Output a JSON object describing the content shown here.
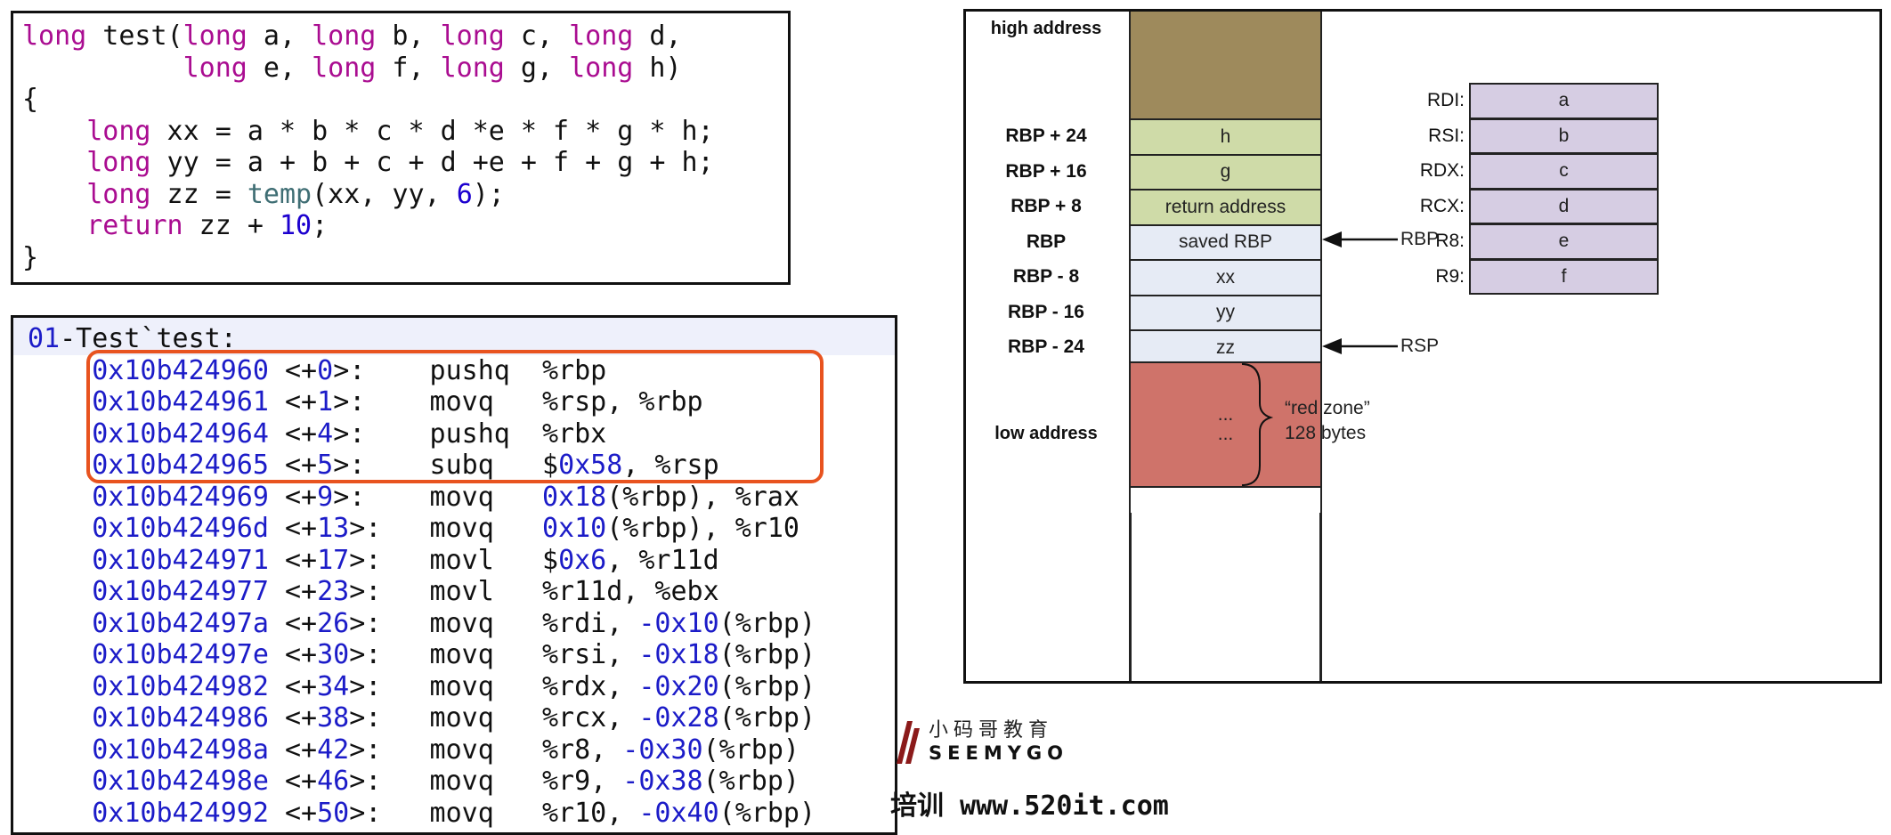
{
  "source_code": [
    [
      [
        "kw",
        "long"
      ],
      [
        "t",
        " test("
      ],
      [
        "kw",
        "long"
      ],
      [
        "t",
        " a, "
      ],
      [
        "kw",
        "long"
      ],
      [
        "t",
        " b, "
      ],
      [
        "kw",
        "long"
      ],
      [
        "t",
        " c, "
      ],
      [
        "kw",
        "long"
      ],
      [
        "t",
        " d,"
      ]
    ],
    [
      [
        "t",
        "          "
      ],
      [
        "kw",
        "long"
      ],
      [
        "t",
        " e, "
      ],
      [
        "kw",
        "long"
      ],
      [
        "t",
        " f, "
      ],
      [
        "kw",
        "long"
      ],
      [
        "t",
        " g, "
      ],
      [
        "kw",
        "long"
      ],
      [
        "t",
        " h)"
      ]
    ],
    [
      [
        "t",
        "{"
      ]
    ],
    [
      [
        "t",
        "    "
      ],
      [
        "kw",
        "long"
      ],
      [
        "t",
        " xx = a * b * c * d *e * f * g * h;"
      ]
    ],
    [
      [
        "t",
        "    "
      ],
      [
        "kw",
        "long"
      ],
      [
        "t",
        " yy = a + b + c + d +e + f + g + h;"
      ]
    ],
    [
      [
        "t",
        "    "
      ],
      [
        "kw",
        "long"
      ],
      [
        "t",
        " zz = "
      ],
      [
        "fn",
        "temp"
      ],
      [
        "t",
        "(xx, yy, "
      ],
      [
        "num",
        "6"
      ],
      [
        "t",
        ");"
      ]
    ],
    [
      [
        "t",
        "    "
      ],
      [
        "kw",
        "return"
      ],
      [
        "t",
        " zz + "
      ],
      [
        "num",
        "10"
      ],
      [
        "t",
        ";"
      ]
    ],
    [
      [
        "t",
        "}"
      ]
    ]
  ],
  "asm_header": [
    [
      "addr",
      "01"
    ],
    [
      "t",
      "-Test`test:"
    ]
  ],
  "asm_lines": [
    [
      [
        "t",
        "    "
      ],
      [
        "addr",
        "0x10b424960"
      ],
      [
        "t",
        " <+"
      ],
      [
        "addr",
        "0"
      ],
      [
        "t",
        ">:    pushq  %rbp"
      ]
    ],
    [
      [
        "t",
        "    "
      ],
      [
        "addr",
        "0x10b424961"
      ],
      [
        "t",
        " <+"
      ],
      [
        "addr",
        "1"
      ],
      [
        "t",
        ">:    movq   %rsp, %rbp"
      ]
    ],
    [
      [
        "t",
        "    "
      ],
      [
        "addr",
        "0x10b424964"
      ],
      [
        "t",
        " <+"
      ],
      [
        "addr",
        "4"
      ],
      [
        "t",
        ">:    pushq  %rbx"
      ]
    ],
    [
      [
        "t",
        "    "
      ],
      [
        "addr",
        "0x10b424965"
      ],
      [
        "t",
        " <+"
      ],
      [
        "addr",
        "5"
      ],
      [
        "t",
        ">:    subq   $"
      ],
      [
        "addr",
        "0x58"
      ],
      [
        "t",
        ", %rsp"
      ]
    ],
    [
      [
        "t",
        "    "
      ],
      [
        "addr",
        "0x10b424969"
      ],
      [
        "t",
        " <+"
      ],
      [
        "addr",
        "9"
      ],
      [
        "t",
        ">:    movq   "
      ],
      [
        "addr",
        "0x18"
      ],
      [
        "t",
        "(%rbp), %rax"
      ]
    ],
    [
      [
        "t",
        "    "
      ],
      [
        "addr",
        "0x10b42496d"
      ],
      [
        "t",
        " <+"
      ],
      [
        "addr",
        "13"
      ],
      [
        "t",
        ">:   movq   "
      ],
      [
        "addr",
        "0x10"
      ],
      [
        "t",
        "(%rbp), %r10"
      ]
    ],
    [
      [
        "t",
        "    "
      ],
      [
        "addr",
        "0x10b424971"
      ],
      [
        "t",
        " <+"
      ],
      [
        "addr",
        "17"
      ],
      [
        "t",
        ">:   movl   $"
      ],
      [
        "addr",
        "0x6"
      ],
      [
        "t",
        ", %r11d"
      ]
    ],
    [
      [
        "t",
        "    "
      ],
      [
        "addr",
        "0x10b424977"
      ],
      [
        "t",
        " <+"
      ],
      [
        "addr",
        "23"
      ],
      [
        "t",
        ">:   movl   %r11d, %ebx"
      ]
    ],
    [
      [
        "t",
        "    "
      ],
      [
        "addr",
        "0x10b42497a"
      ],
      [
        "t",
        " <+"
      ],
      [
        "addr",
        "26"
      ],
      [
        "t",
        ">:   movq   %rdi, "
      ],
      [
        "addr",
        "-0x10"
      ],
      [
        "t",
        "(%rbp)"
      ]
    ],
    [
      [
        "t",
        "    "
      ],
      [
        "addr",
        "0x10b42497e"
      ],
      [
        "t",
        " <+"
      ],
      [
        "addr",
        "30"
      ],
      [
        "t",
        ">:   movq   %rsi, "
      ],
      [
        "addr",
        "-0x18"
      ],
      [
        "t",
        "(%rbp)"
      ]
    ],
    [
      [
        "t",
        "    "
      ],
      [
        "addr",
        "0x10b424982"
      ],
      [
        "t",
        " <+"
      ],
      [
        "addr",
        "34"
      ],
      [
        "t",
        ">:   movq   %rdx, "
      ],
      [
        "addr",
        "-0x20"
      ],
      [
        "t",
        "(%rbp)"
      ]
    ],
    [
      [
        "t",
        "    "
      ],
      [
        "addr",
        "0x10b424986"
      ],
      [
        "t",
        " <+"
      ],
      [
        "addr",
        "38"
      ],
      [
        "t",
        ">:   movq   %rcx, "
      ],
      [
        "addr",
        "-0x28"
      ],
      [
        "t",
        "(%rbp)"
      ]
    ],
    [
      [
        "t",
        "    "
      ],
      [
        "addr",
        "0x10b42498a"
      ],
      [
        "t",
        " <+"
      ],
      [
        "addr",
        "42"
      ],
      [
        "t",
        ">:   movq   %r8, "
      ],
      [
        "addr",
        "-0x30"
      ],
      [
        "t",
        "(%rbp)"
      ]
    ],
    [
      [
        "t",
        "    "
      ],
      [
        "addr",
        "0x10b42498e"
      ],
      [
        "t",
        " <+"
      ],
      [
        "addr",
        "46"
      ],
      [
        "t",
        ">:   movq   %r9, "
      ],
      [
        "addr",
        "-0x38"
      ],
      [
        "t",
        "(%rbp)"
      ]
    ],
    [
      [
        "t",
        "    "
      ],
      [
        "addr",
        "0x10b424992"
      ],
      [
        "t",
        " <+"
      ],
      [
        "addr",
        "50"
      ],
      [
        "t",
        ">:   movq   %r10, "
      ],
      [
        "addr",
        "-0x40"
      ],
      [
        "t",
        "(%rbp)"
      ]
    ]
  ],
  "stack": {
    "high_address_label": "high address",
    "low_address_label": "low address",
    "rows": [
      {
        "label": "RBP + 24",
        "value": "h",
        "color": "#cfdba8"
      },
      {
        "label": "RBP + 16",
        "value": "g",
        "color": "#cfdba8"
      },
      {
        "label": "RBP + 8",
        "value": "return address",
        "color": "#cfdba8"
      },
      {
        "label": "RBP",
        "value": "saved RBP",
        "color": "#e6ebf5"
      },
      {
        "label": "RBP - 8",
        "value": "xx",
        "color": "#e6ebf5"
      },
      {
        "label": "RBP - 16",
        "value": "yy",
        "color": "#e6ebf5"
      },
      {
        "label": "RBP - 24",
        "value": "zz",
        "color": "#e6ebf5"
      }
    ],
    "top_block_color": "#9e8a5c",
    "red_zone_color": "#cf736a",
    "red_zone_dots": [
      "...",
      "..."
    ],
    "red_zone_note_1": "“red zone”",
    "red_zone_note_2": "128 bytes",
    "rbp_pointer": "RBP",
    "rsp_pointer": "RSP"
  },
  "registers": [
    {
      "name": "RDI:",
      "value": "a"
    },
    {
      "name": "RSI:",
      "value": "b"
    },
    {
      "name": "RDX:",
      "value": "c"
    },
    {
      "name": "RCX:",
      "value": "d"
    },
    {
      "name": "R8:",
      "value": "e"
    },
    {
      "name": "R9:",
      "value": "f"
    }
  ],
  "logo": {
    "icon": "seemygo-logo-mark",
    "cn": "小码哥教育",
    "en": "SEEMYGO"
  },
  "site_text": "培训 www.520it.com"
}
